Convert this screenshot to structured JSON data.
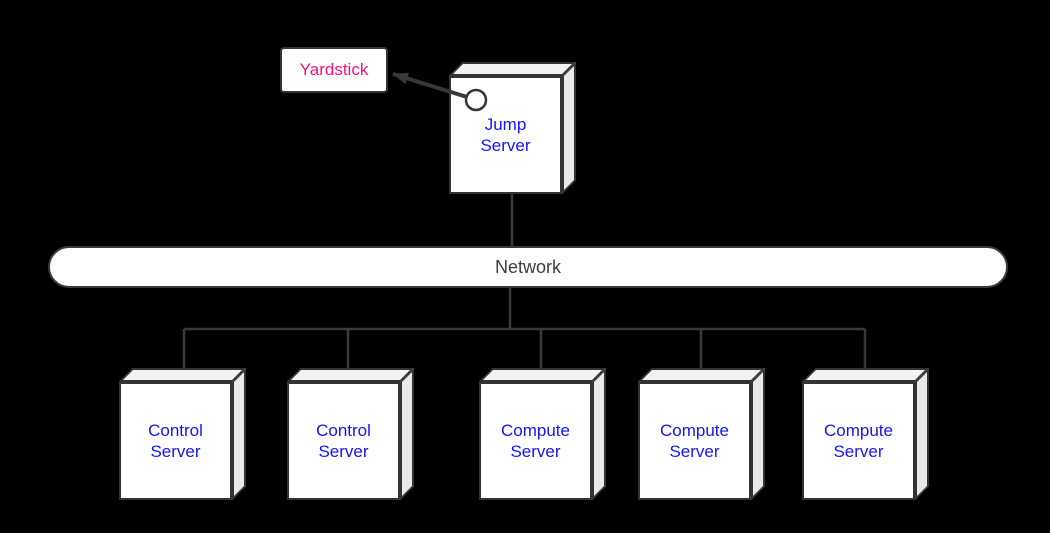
{
  "diagram": {
    "kind": "deployment-topology",
    "background": "#000000",
    "colors": {
      "node_fill": "#ffffff",
      "node_border": "#333333",
      "node_top_face": "#f2f2f2",
      "node_side_face": "#e9e9e9",
      "connector_line": "#3a3a3a",
      "server_label_text": "#1414ff",
      "yardstick_label_text": "#f8127c",
      "network_label_text": "#3d3d3d"
    },
    "nodes": {
      "yardstick": {
        "label": "Yardstick"
      },
      "jump_server": {
        "label": "Jump\nServer"
      },
      "network": {
        "label": "Network"
      },
      "servers": [
        {
          "label": "Control\nServer"
        },
        {
          "label": "Control\nServer"
        },
        {
          "label": "Compute\nServer"
        },
        {
          "label": "Compute\nServer"
        },
        {
          "label": "Compute\nServer"
        }
      ]
    },
    "edges": [
      {
        "from": "jump_server",
        "to": "network",
        "style": "plain"
      },
      {
        "from": "network",
        "to": "control_server_1",
        "style": "plain"
      },
      {
        "from": "network",
        "to": "control_server_2",
        "style": "plain"
      },
      {
        "from": "network",
        "to": "compute_server_1",
        "style": "plain"
      },
      {
        "from": "network",
        "to": "compute_server_2",
        "style": "plain"
      },
      {
        "from": "network",
        "to": "compute_server_3",
        "style": "plain"
      },
      {
        "from": "jump_server_port",
        "to": "yardstick",
        "style": "arrow"
      }
    ]
  }
}
